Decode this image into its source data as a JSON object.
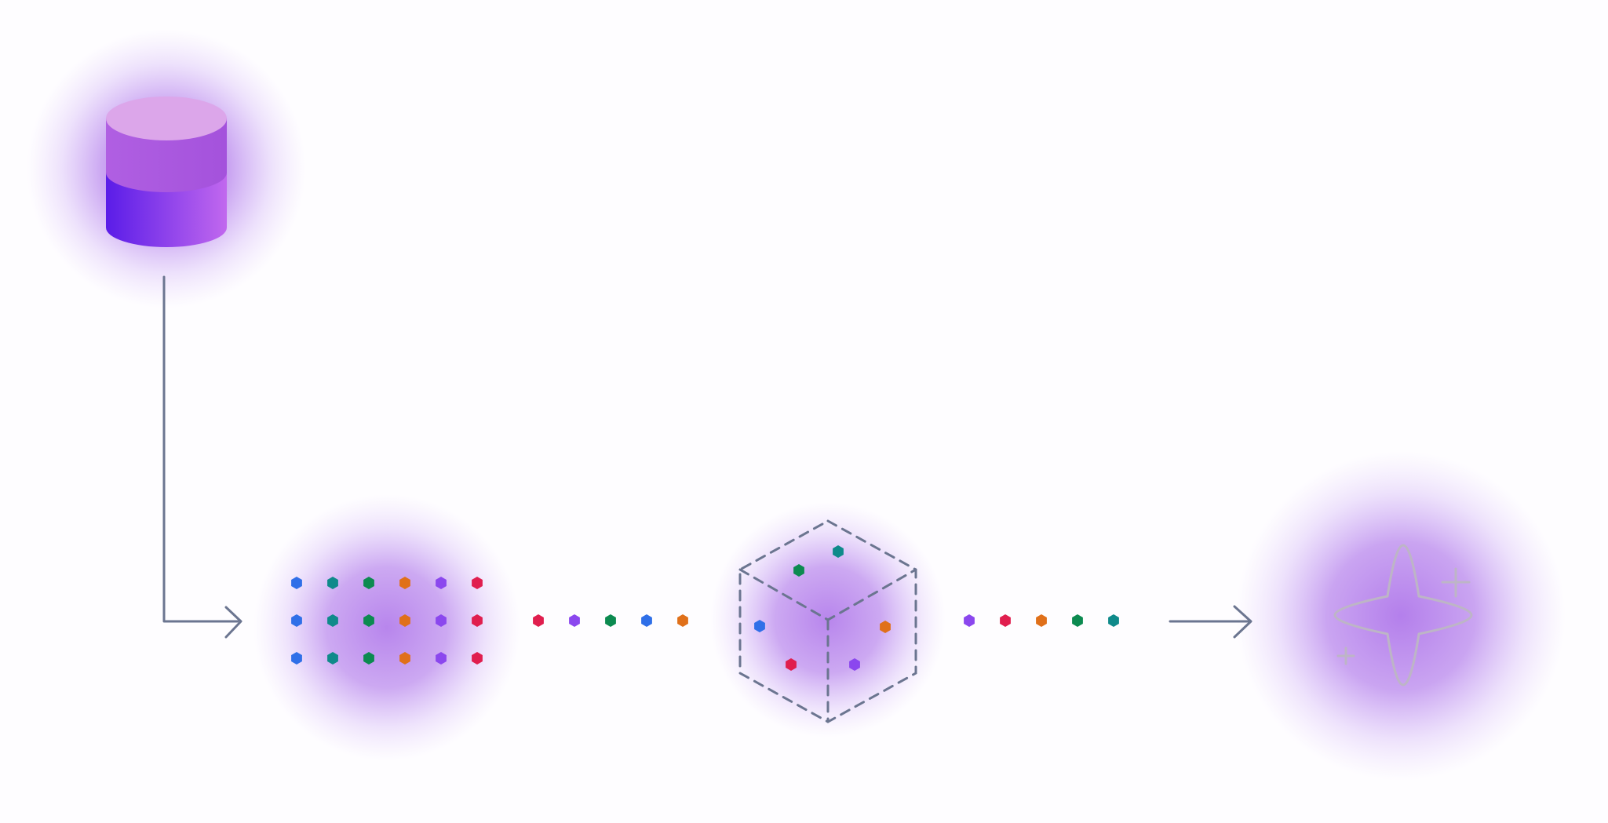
{
  "colors": {
    "background": "#fefdff",
    "line": "#6b7590",
    "glow": "#a769e8",
    "db_top": "#dca6ea",
    "db_mid": "#a95ae0",
    "db_bottom_left": "#5a1ce8",
    "db_bottom_right": "#c168ee",
    "sparkle": "#bdb5c6",
    "dot_blue": "#2f6fe8",
    "dot_teal": "#0f8a8a",
    "dot_green": "#0c8a50",
    "dot_orange": "#e0701a",
    "dot_purple": "#8b47ee",
    "dot_red": "#e01e4e"
  },
  "icons": {
    "database": "database-icon",
    "embedding_grid": "embedding-matrix-icon",
    "vector_space": "cube-icon",
    "output": "sparkle-icon",
    "arrow": "arrow-right-icon"
  },
  "diagram": {
    "grid_columns": [
      "blue",
      "teal",
      "green",
      "orange",
      "purple",
      "red"
    ],
    "grid_rows": 3,
    "stream_in": [
      "red",
      "purple",
      "green",
      "blue",
      "orange"
    ],
    "cube_points": [
      "teal",
      "green",
      "blue",
      "orange",
      "red",
      "purple"
    ],
    "stream_out": [
      "purple",
      "red",
      "orange",
      "green",
      "teal"
    ]
  }
}
